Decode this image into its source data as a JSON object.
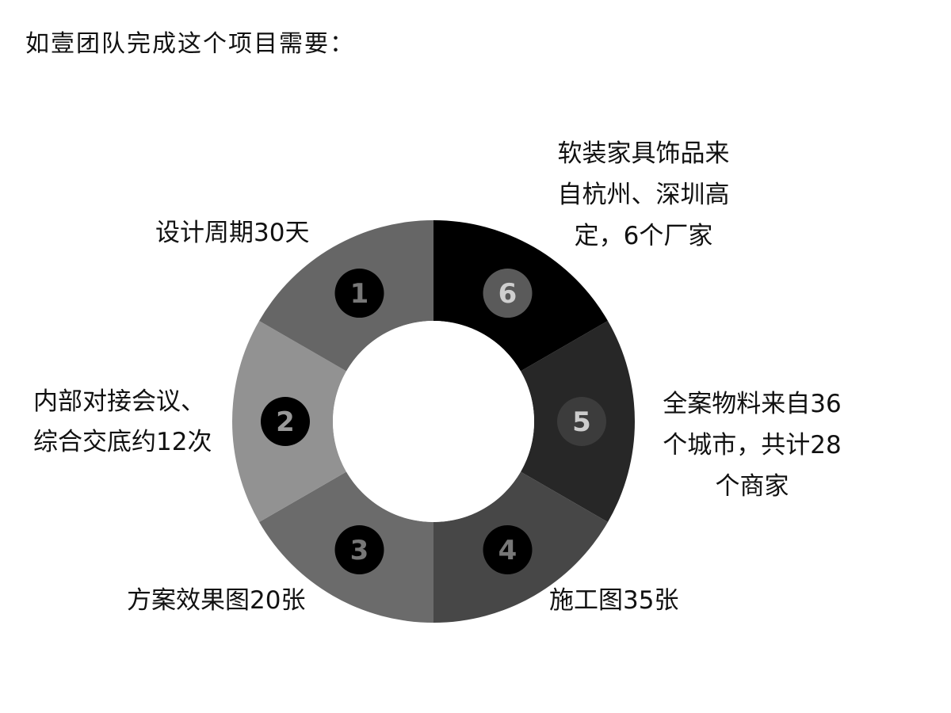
{
  "page": {
    "title": "如壹团队完成这个项目需要："
  },
  "diagram": {
    "type": "segmented-ring",
    "segments": [
      {
        "number": "1",
        "lines": [
          "设计周期30天"
        ],
        "color": "#666666",
        "badge_color": "#000000",
        "number_color": "#777777"
      },
      {
        "number": "2",
        "lines": [
          "内部对接会议、",
          "综合交底约12次"
        ],
        "color": "#929292",
        "badge_color": "#000000",
        "number_color": "#999999"
      },
      {
        "number": "3",
        "lines": [
          "方案效果图20张"
        ],
        "color": "#6b6b6b",
        "badge_color": "#000000",
        "number_color": "#777777"
      },
      {
        "number": "4",
        "lines": [
          "施工图35张"
        ],
        "color": "#474747",
        "badge_color": "#000000",
        "number_color": "#777777"
      },
      {
        "number": "5",
        "lines": [
          "全案物料来自36",
          "个城市，共计28",
          "个商家"
        ],
        "color": "#272727",
        "badge_color": "#3c3c3c",
        "number_color": "#cccccc"
      },
      {
        "number": "6",
        "lines": [
          "软装家具饰品来",
          "自杭州、深圳高",
          "定，6个厂家"
        ],
        "color": "#000000",
        "badge_color": "#5a5a5a",
        "number_color": "#cfcfcf"
      }
    ],
    "colors": {
      "center_fill": "#ffffff"
    }
  }
}
